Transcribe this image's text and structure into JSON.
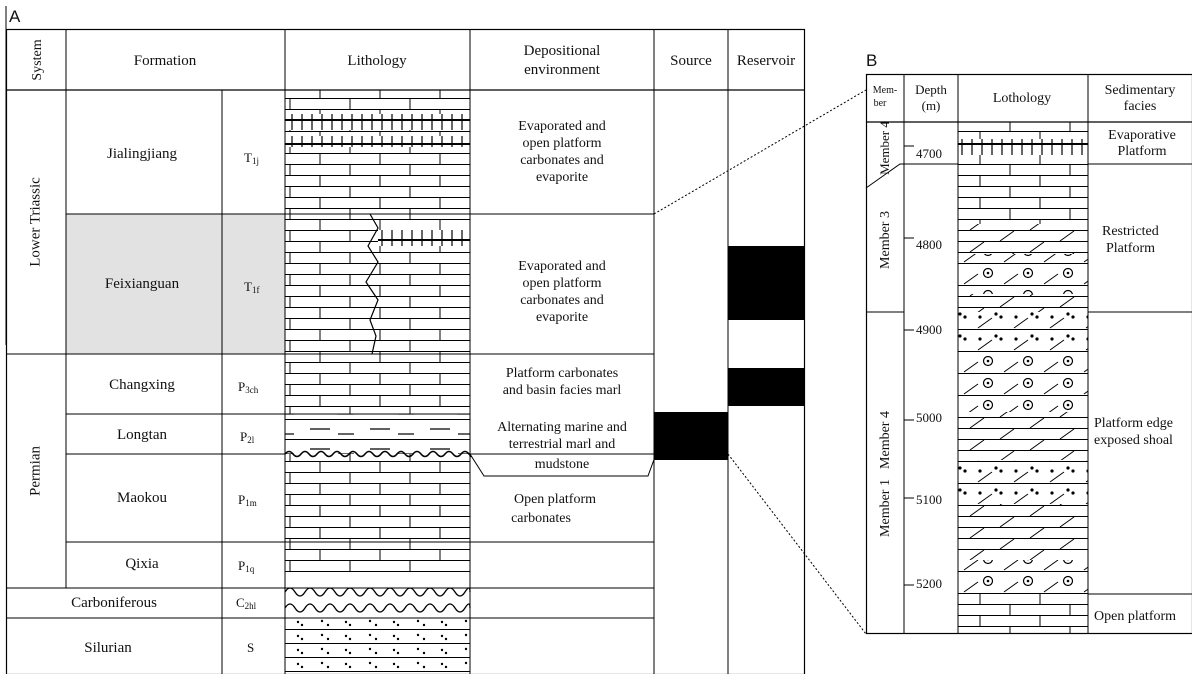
{
  "panel_a": {
    "label": "A",
    "headers": {
      "system": "System",
      "formation": "Formation",
      "lithology": "Lithology",
      "env_line1": "Depositional",
      "env_line2": "environment",
      "source": "Source",
      "reservoir": "Reservoir"
    },
    "systems": {
      "lower_triassic": "Lower Triassic",
      "permian": "Permian",
      "carboniferous": "Carboniferous",
      "silurian": "Silurian"
    },
    "formations": [
      {
        "name": "Jialingjiang",
        "code": "T",
        "sub": "1j",
        "highlight": false
      },
      {
        "name": "Feixianguan",
        "code": "T",
        "sub": "1f",
        "highlight": true
      },
      {
        "name": "Changxing",
        "code": "P",
        "sub": "3ch",
        "highlight": false
      },
      {
        "name": "Longtan",
        "code": "P",
        "sub": "2l",
        "highlight": false
      },
      {
        "name": "Maokou",
        "code": "P",
        "sub": "1m",
        "highlight": false
      },
      {
        "name": "Qixia",
        "code": "P",
        "sub": "1q",
        "highlight": false
      },
      {
        "name": "",
        "code": "C",
        "sub": "2hl",
        "highlight": false
      },
      {
        "name": "",
        "code": "S",
        "sub": "",
        "highlight": false
      }
    ],
    "environments": {
      "jialingjiang": [
        "Evaporated and",
        "open platform",
        "carbonates and",
        "evaporite"
      ],
      "feixianguan": [
        "Evaporated and",
        "open platform",
        "carbonates and",
        "evaporite"
      ],
      "changxing": [
        "Platform carbonates",
        "and basin facies marl"
      ],
      "longtan": [
        "Alternating marine and",
        "terrestrial marl and",
        "mudstone"
      ],
      "maokou": [
        "Open platform",
        "carbonates"
      ]
    }
  },
  "panel_b": {
    "label": "B",
    "headers": {
      "member_line1": "Mem-",
      "member_line2": "ber",
      "depth_line1": "Depth",
      "depth_line2": "(m)",
      "lithology": "Lothology",
      "facies_line1": "Sedimentary",
      "facies_line2": "facies"
    },
    "members": {
      "m4_top": "Member 4",
      "m3": "Member 3",
      "m1": "Member 1",
      "m4_low": "Member 4"
    },
    "depths": [
      "4700",
      "4800",
      "4900",
      "5000",
      "5100",
      "5200"
    ],
    "facies": {
      "evaporative": [
        "Evaporative",
        "Platform"
      ],
      "restricted": [
        "Restricted",
        "Platform"
      ],
      "edge": [
        "Platform edge",
        "exposed shoal"
      ],
      "open": [
        "Open platform"
      ]
    }
  }
}
